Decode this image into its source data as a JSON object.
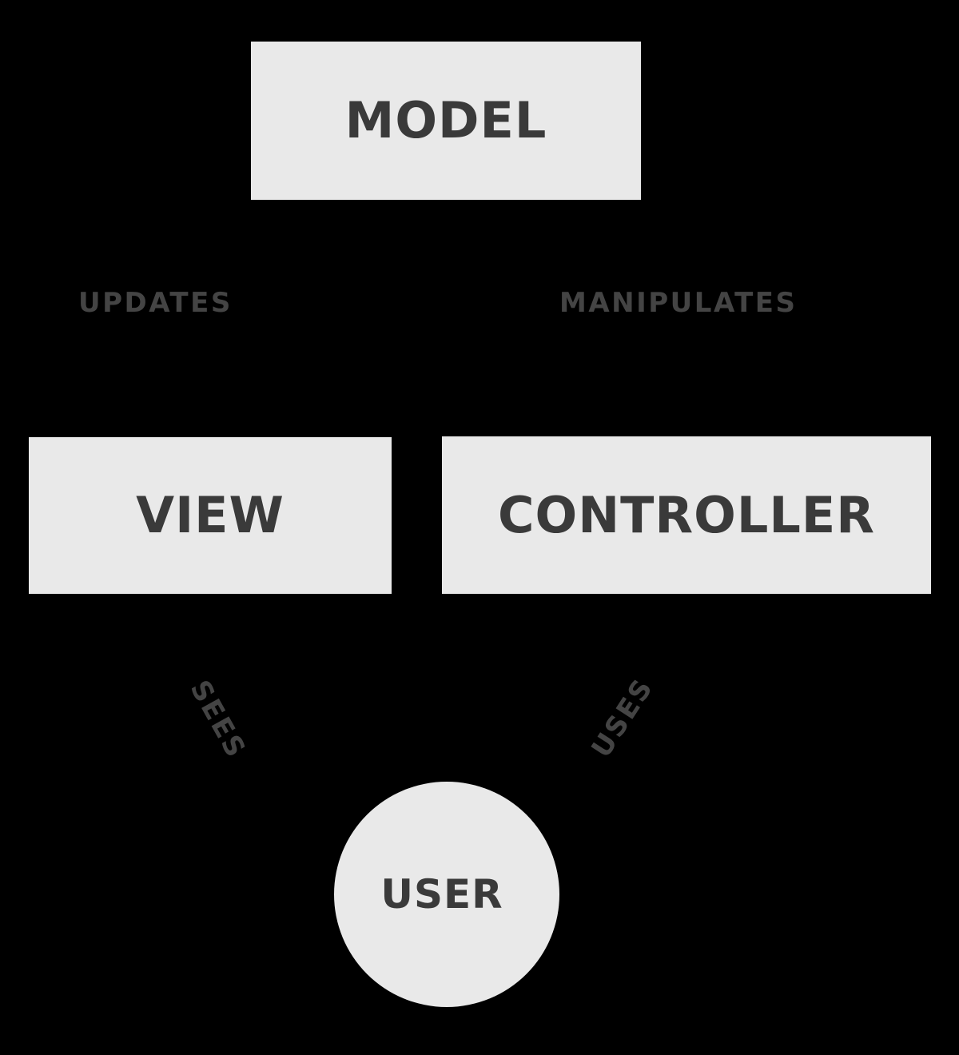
{
  "diagram": {
    "title": "Model View Controller architecture diagram",
    "background_color": "#000000",
    "shape_fill_color": "#e9e9e9",
    "shape_text_color": "#3a3a3a",
    "edge_label_color": "#444444",
    "nodes": [
      {
        "id": "model",
        "label": "MODEL",
        "shape": "rectangle"
      },
      {
        "id": "view",
        "label": "VIEW",
        "shape": "rectangle"
      },
      {
        "id": "controller",
        "label": "CONTROLLER",
        "shape": "rectangle"
      },
      {
        "id": "user",
        "label": "USER",
        "shape": "circle"
      }
    ],
    "edges": [
      {
        "id": "model-view",
        "label": "UPDATES",
        "from": "model",
        "to": "view",
        "orientation": "horizontal"
      },
      {
        "id": "controller-model",
        "label": "MANIPULATES",
        "from": "controller",
        "to": "model",
        "orientation": "horizontal"
      },
      {
        "id": "user-view",
        "label": "SEES",
        "from": "user",
        "to": "view",
        "orientation": "diagonal"
      },
      {
        "id": "user-controller",
        "label": "USES",
        "from": "user",
        "to": "controller",
        "orientation": "diagonal"
      }
    ]
  }
}
